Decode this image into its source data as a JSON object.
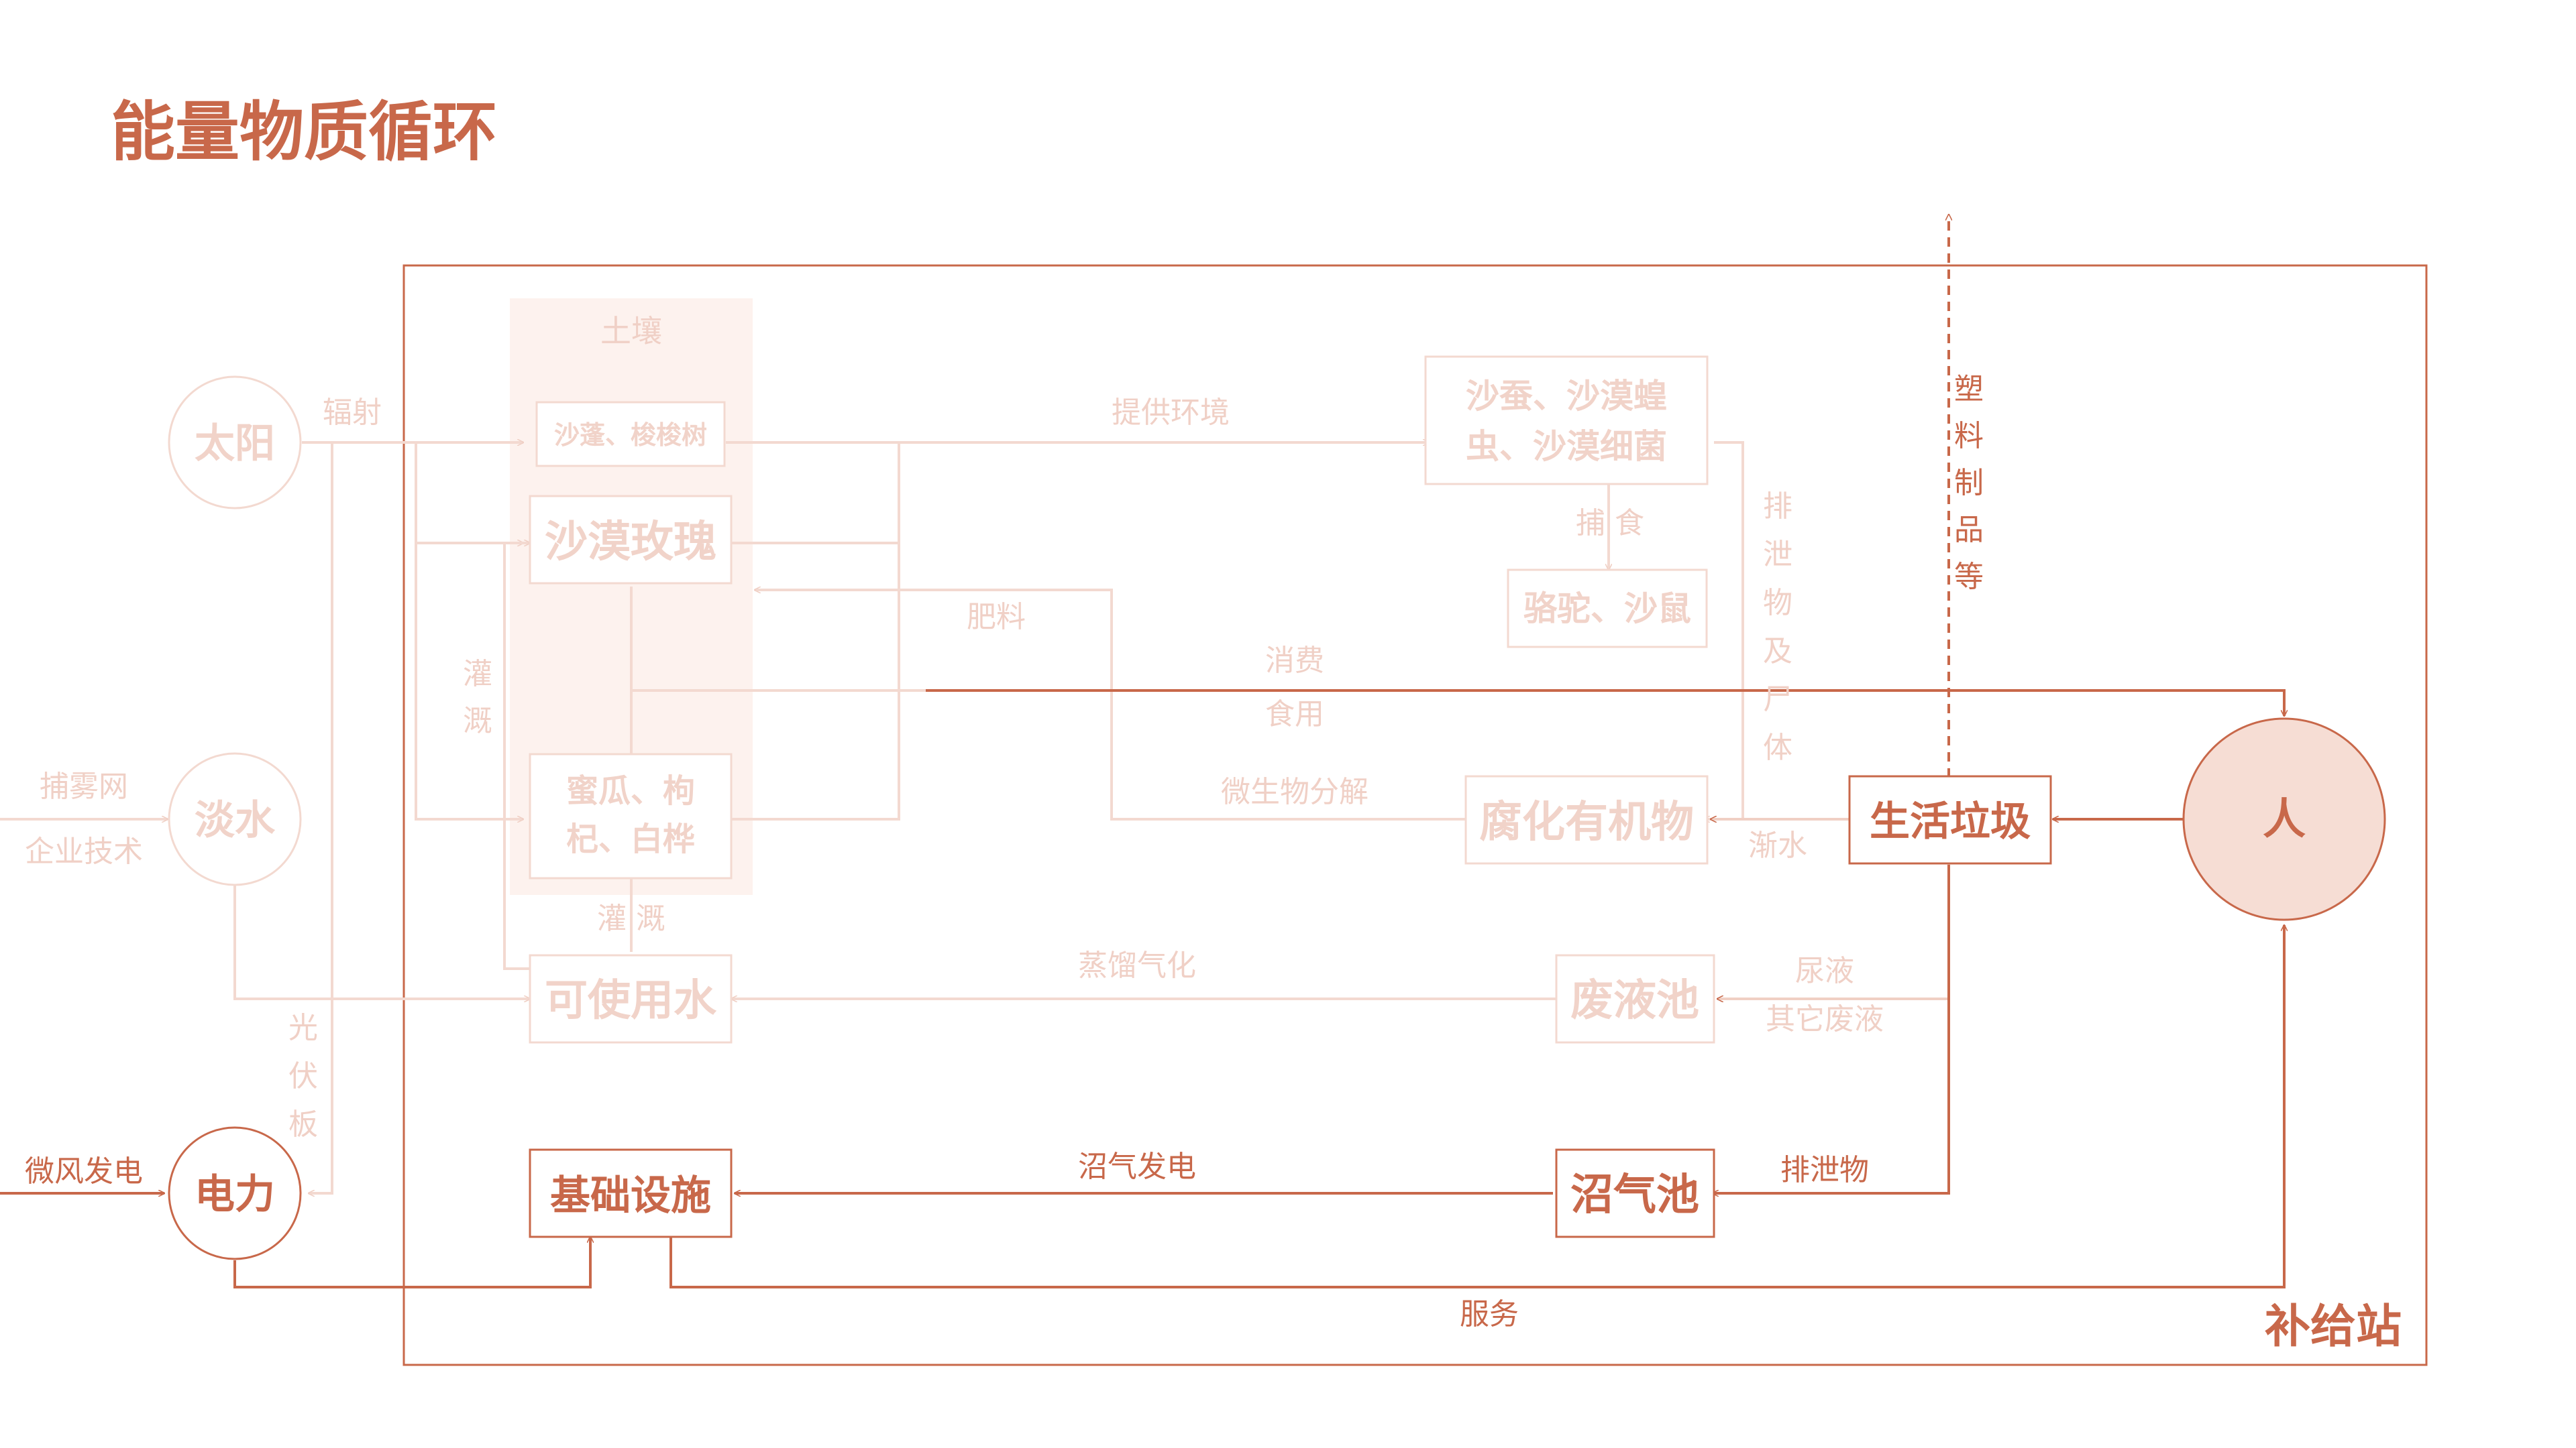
{
  "title": "能量物质循环",
  "station_label": "补给站",
  "soil_label": "土壤",
  "nodes": {
    "sun": "太阳",
    "fresh_water": "淡水",
    "power": "电力",
    "shrubs": "沙蓬、梭梭树",
    "desert_rose": "沙漠玫瑰",
    "melon": [
      "蜜瓜、枸",
      "杞、白桦"
    ],
    "usable_water": "可使用水",
    "infrastructure": "基础设施",
    "insects": [
      "沙蚕、沙漠蝗",
      "虫、沙漠细菌"
    ],
    "camel": "骆驼、沙鼠",
    "rotting_organics": "腐化有机物",
    "waste_pool": "废液池",
    "biogas_pool": "沼气池",
    "household_garbage": "生活垃圾",
    "person": "人"
  },
  "labels": {
    "radiation": "辐射",
    "fog_net": "捕雾网",
    "enterprise_tech": "企业技术",
    "micro_wind": "微风发电",
    "pv_panel": [
      "光",
      "伏",
      "板"
    ],
    "irrigation_left": [
      "灌",
      "溉"
    ],
    "irrigation_bottom": "灌 溉",
    "provide_env": "提供环境",
    "prey": "捕 食",
    "excreta_bodies": [
      "排",
      "泄",
      "物",
      "及",
      "尸",
      "体"
    ],
    "fertilizer": "肥料",
    "consume": "消费",
    "eat": "食用",
    "micro_decomp": "微生物分解",
    "leachate": "渐水",
    "distill": "蒸馏气化",
    "urine": "尿液",
    "other_waste": "其它废液",
    "biogas_power": "沼气发电",
    "excreta": "排泄物",
    "service": "服务",
    "plastics": [
      "塑",
      "料",
      "制",
      "品",
      "等"
    ]
  },
  "colors": {
    "accent": "#c8684a",
    "faint": "#f3d9d0",
    "person_fill": "#f6ddd4",
    "soil_bg": "#fdf2ee"
  }
}
